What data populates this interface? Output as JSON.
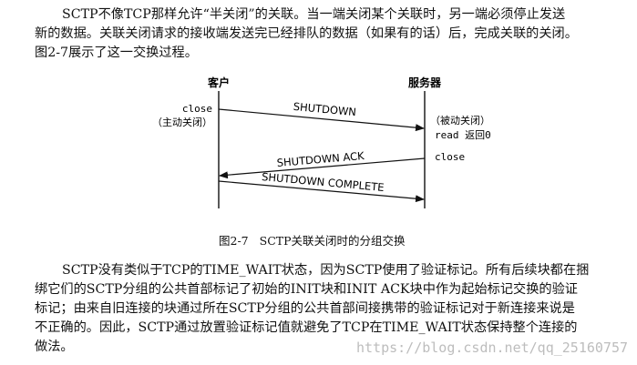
{
  "paragraph_top": [
    "SCTP不像TCP那样允许“半关闭”的关联。当一端关闭某个关联时，另一端必须停止发送",
    "新的数据。关联关闭请求的接收端发送完已经排队的数据（如果有的话）后，完成关联的关闭。",
    "图2-7展示了这一交换过程。"
  ],
  "figure": {
    "client_title": "客户",
    "server_title": "服务器",
    "client_close": "close",
    "client_active": "（主动关闭）",
    "server_passive": "（被动关闭）",
    "server_read": "read 返回0",
    "server_close": "close",
    "msg_shutdown": "SHUTDOWN",
    "msg_shutdown_ack": "SHUTDOWN ACK",
    "msg_shutdown_complete": "SHUTDOWN COMPLETE"
  },
  "caption": {
    "number": "图2-7",
    "text": "SCTP关联关闭时的分组交换"
  },
  "paragraph_bottom": [
    "SCTP没有类似于TCP的TIME_WAIT状态，因为SCTP使用了验证标记。所有后续块都在捆",
    "绑它们的SCTP分组的公共首部标记了初始的INIT块和INIT ACK块中作为起始标记交换的验证",
    "标记；由来自旧连接的块通过所在SCTP分组的公共首部间接携带的验证标记对于新连接来说是",
    "不正确的。因此，SCTP通过放置验证标记值就避免了TCP在TIME_WAIT状态保持整个连接的",
    "做法。"
  ],
  "watermark": "https://blog.csdn.net/qq_25160757"
}
